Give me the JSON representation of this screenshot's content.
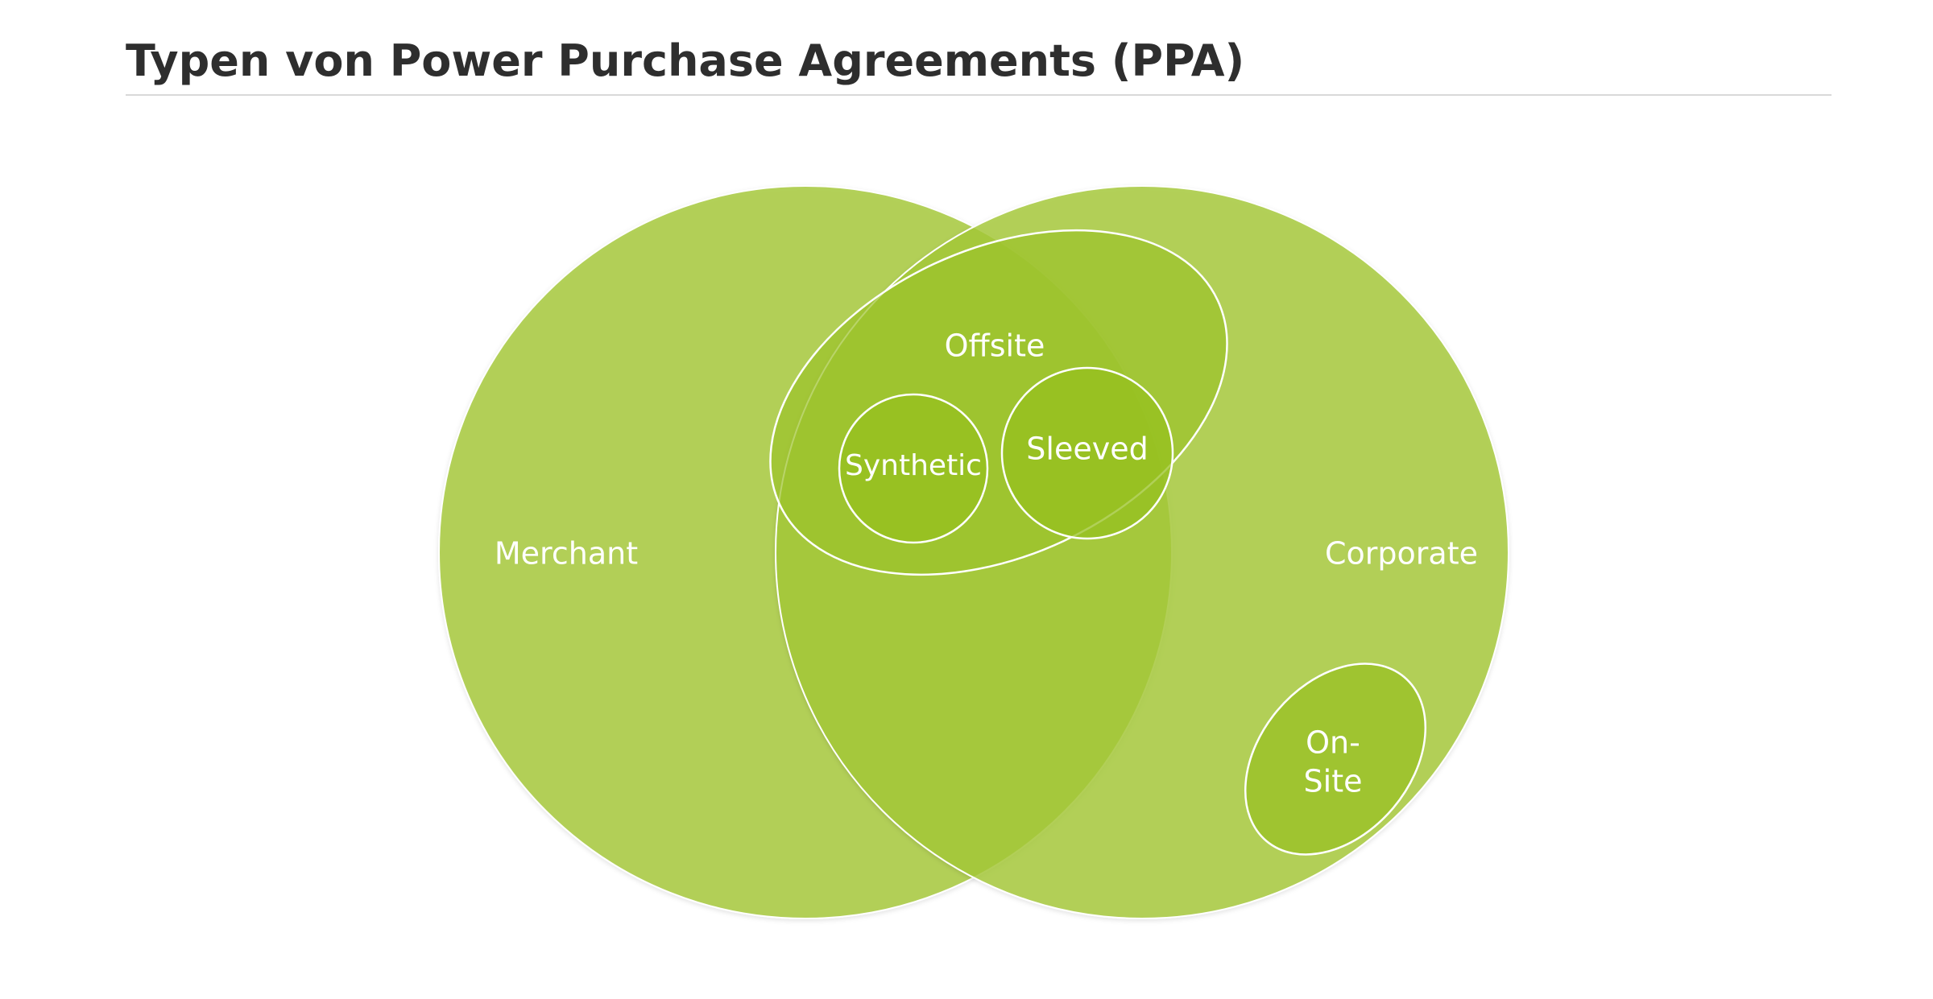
{
  "title": "Typen von Power Purchase Agreements (PPA)",
  "colors": {
    "green": "#a5c838",
    "stroke": "#ffffff",
    "title_text": "#2e2e2e",
    "rule": "#d9d9d9"
  },
  "diagram": {
    "merchant": "Merchant",
    "corporate": "Corporate",
    "offsite": "Offsite",
    "synthetic": "Synthetic",
    "sleeved": "Sleeved",
    "onsite_line1": "On-",
    "onsite_line2": "Site"
  }
}
